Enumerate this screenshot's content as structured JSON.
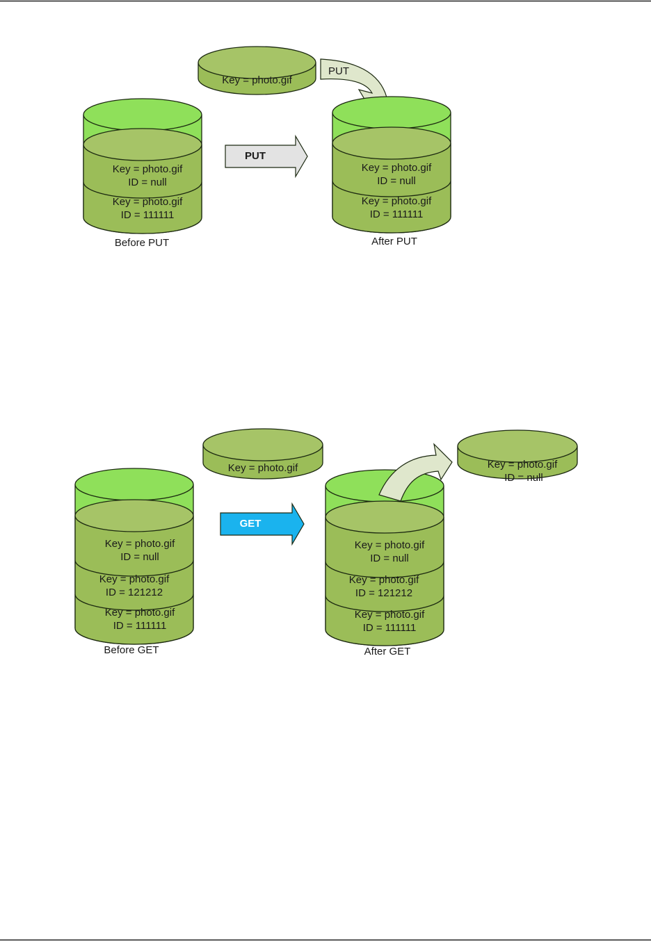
{
  "colors": {
    "bright_green": "#8fe05a",
    "olive_green": "#9bbd58",
    "olive_top": "#a6c467",
    "outline": "#1b2810",
    "put_arrow": "#e3e3e3",
    "get_arrow": "#1ab3ee",
    "curved_arrow": "#dfe7cc"
  },
  "icons": [
    "database-icon",
    "arrow-right-icon",
    "curved-arrow-icon"
  ],
  "put": {
    "incoming_key": "Key = photo.gif",
    "curved_arrow_label": "PUT",
    "arrow_label": "PUT",
    "before": {
      "caption": "Before PUT",
      "records": [
        {
          "key": "Key = photo.gif",
          "id": "ID = null"
        },
        {
          "key": "Key = photo.gif",
          "id": "ID = 111111"
        }
      ]
    },
    "after": {
      "caption": "After PUT",
      "records": [
        {
          "key": "Key = photo.gif",
          "id": "ID = null"
        },
        {
          "key": "Key = photo.gif",
          "id": "ID = 111111"
        }
      ]
    }
  },
  "get": {
    "request_key": "Key = photo.gif",
    "arrow_label": "GET",
    "result": {
      "key": "Key = photo.gif",
      "id": "ID = null"
    },
    "before": {
      "caption": "Before GET",
      "records": [
        {
          "key": "Key = photo.gif",
          "id": "ID = null"
        },
        {
          "key": "Key = photo.gif",
          "id": "ID = 121212"
        },
        {
          "key": "Key = photo.gif",
          "id": "ID = 111111"
        }
      ]
    },
    "after": {
      "caption": "After GET",
      "records": [
        {
          "key": "Key = photo.gif",
          "id": "ID = null"
        },
        {
          "key": "Key = photo.gif",
          "id": "ID = 121212"
        },
        {
          "key": "Key = photo.gif",
          "id": "ID = 111111"
        }
      ]
    }
  }
}
